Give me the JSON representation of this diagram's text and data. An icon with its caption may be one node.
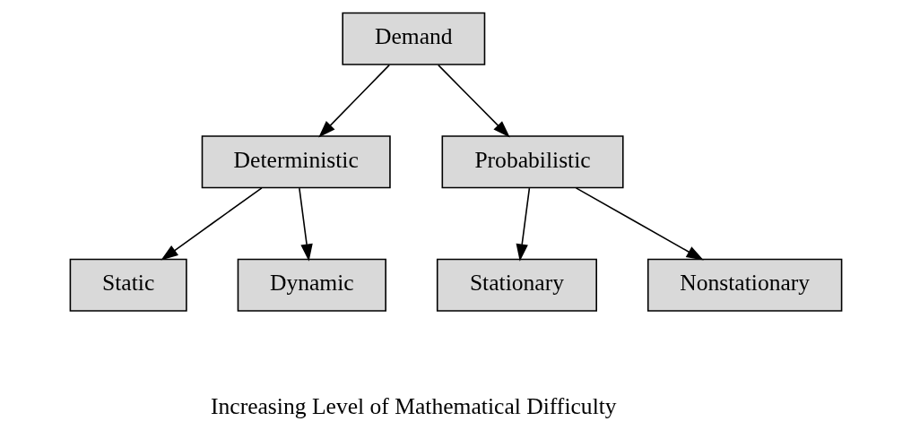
{
  "diagram": {
    "nodes": [
      {
        "text": [
          "Demand"
        ]
      },
      {
        "text": [
          "Deterministic"
        ]
      },
      {
        "text": [
          "Probabilistic"
        ]
      },
      {
        "text": [
          "Static"
        ]
      },
      {
        "text": [
          "Dynamic"
        ]
      },
      {
        "text": [
          "Stationary"
        ]
      },
      {
        "text": [
          "Nonstationary"
        ]
      }
    ],
    "edges": [
      {
        "from": 0,
        "to": 1,
        "arrow": "to"
      },
      {
        "from": 0,
        "to": 2,
        "arrow": "to"
      },
      {
        "from": 1,
        "to": 3,
        "arrow": "to"
      },
      {
        "from": 1,
        "to": 4,
        "arrow": "to"
      },
      {
        "from": 2,
        "to": 5,
        "arrow": "to"
      },
      {
        "from": 2,
        "to": 6,
        "arrow": "to"
      }
    ],
    "labels": [
      "Increasing Level of Mathematical Difficulty"
    ]
  }
}
